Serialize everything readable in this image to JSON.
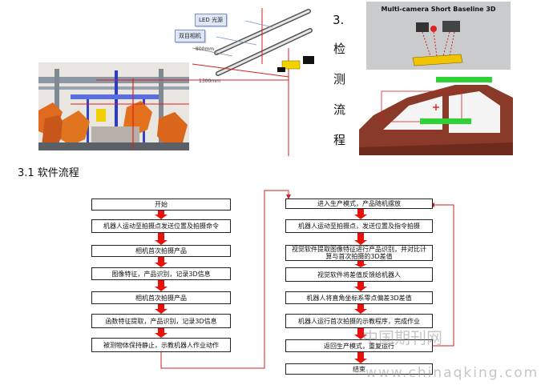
{
  "top_graphic": {
    "callout_led": "LED 光源",
    "callout_stereo": "双目相机",
    "dim_800": "800mm",
    "dim_1300": "1300mm"
  },
  "section3_vertical": [
    "3.",
    "检",
    "测",
    "流",
    "程"
  ],
  "multicam_title": "Multi-camera Short Baseline 3D",
  "section_heading": "3.1 软件流程",
  "flow_left": [
    "开始",
    "机器人运动至拍摄点发送位置及拍摄命令",
    "相机首次拍摄产品",
    "图像特征，产品识别，记录3D信息",
    "相机首次拍摄产品",
    "函数特征提取，产品识别，记录3D信息",
    "被测物体保持静止，示教机器人作业动作"
  ],
  "flow_right": [
    "进入生产模式，产品随机摆放",
    "机器人运动至拍摄点，发送位置及指令拍摄",
    "视觉软件提取图像特征进行产品识别，并对比计算与首次拍摄的3D差值",
    "视觉软件将差值反馈给机器人",
    "机器人将直角坐标系零点偏差3D差值",
    "机器人运行首次拍摄的示教程序，完成作业",
    "返回生产模式，重复运行",
    "结束"
  ],
  "watermark_cn": "中国期刊网",
  "watermark_url": "www.chinaqking.com",
  "colors": {
    "arrow": "#e8120c",
    "connector": "#d02020",
    "flow_border": "#222222"
  }
}
